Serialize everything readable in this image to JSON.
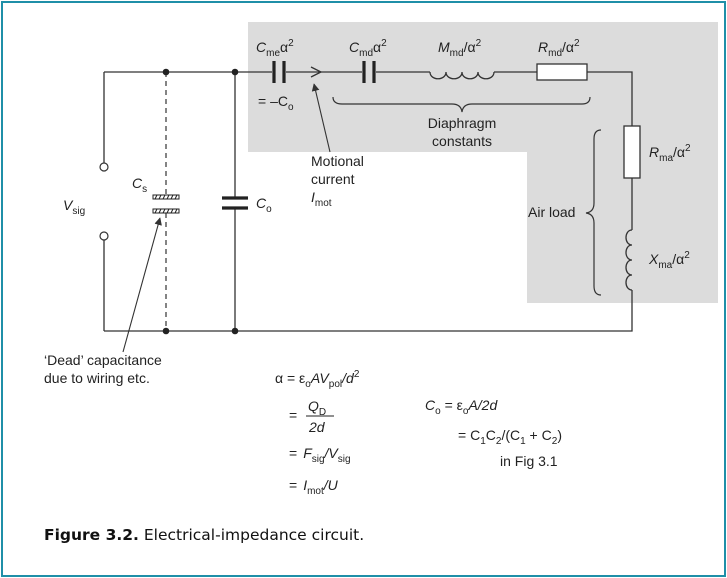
{
  "diagram": {
    "components": {
      "cme": {
        "base": "C",
        "sub": "me",
        "suffix": "α",
        "sup": "2"
      },
      "cme_eq": {
        "prefix": "= –C",
        "sub": "o"
      },
      "cmd": {
        "base": "C",
        "sub": "md",
        "suffix": "α",
        "sup": "2"
      },
      "mmd": {
        "base": "M",
        "sub": "md",
        "suffix": "/α",
        "sup": "2"
      },
      "rmd": {
        "base": "R",
        "sub": "md",
        "suffix": "/α",
        "sup": "2"
      },
      "rma": {
        "base": "R",
        "sub": "ma",
        "suffix": "/α",
        "sup": "2"
      },
      "xma": {
        "base": "X",
        "sub": "ma",
        "suffix": "/α",
        "sup": "2"
      },
      "cs": {
        "base": "C",
        "sub": "s"
      },
      "co": {
        "base": "C",
        "sub": "o"
      },
      "vsig": {
        "base": "V",
        "sub": "sig"
      }
    },
    "labels": {
      "diaphragm_line1": "Diaphragm",
      "diaphragm_line2": "constants",
      "motional_line1": "Motional",
      "motional_line2": "current",
      "imot": {
        "base": "I",
        "sub": "mot"
      },
      "air_load": "Air load",
      "dead_line1": "‘Dead’ capacitance",
      "dead_line2": "due to wiring etc."
    },
    "colors": {
      "shade": "#dcdcdc",
      "wire": "#333333",
      "frame": "#1f8fa8"
    }
  },
  "equations": {
    "alpha": {
      "lhs": "α = ε",
      "lhs_sub": "o",
      "av": "AV",
      "av_sub": "pol",
      "d_part": "/d",
      "d_sup": "2"
    },
    "qd": {
      "eq": "=",
      "num": "Q",
      "num_sub": "D",
      "den": "2d"
    },
    "fsig": {
      "eq": "=",
      "f": "F",
      "f_sub": "sig",
      "v": "/V",
      "v_sub": "sig"
    },
    "imot": {
      "eq": "=",
      "i": "I",
      "i_sub": "mot",
      "u": "/U"
    },
    "co1": {
      "c": "C",
      "c_sub": "o",
      "eq": " = ε",
      "eps_sub": "o",
      "rest": "A/2d"
    },
    "co2": {
      "eq": "= C",
      "s1": "1",
      "c2": "C",
      "s2": "2",
      "mid": "/(C",
      "s3": "1",
      "plus": " + C",
      "s4": "2",
      "end": ")"
    },
    "co3": "in Fig 3.1"
  },
  "caption": {
    "label": "Figure 3.2.",
    "text": " Electrical-impedance circuit."
  }
}
